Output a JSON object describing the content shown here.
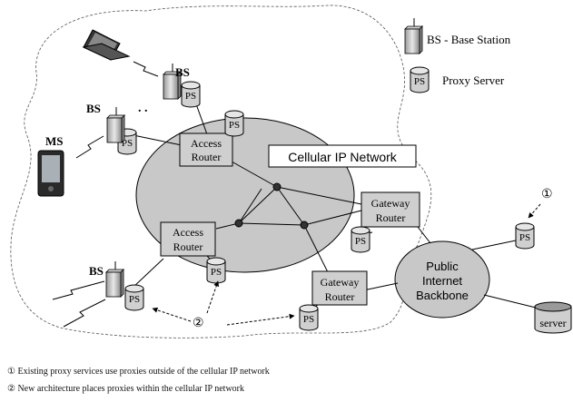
{
  "legend": {
    "base_station": "BS  - Base Station",
    "proxy_server": "Proxy Server",
    "ps_abbrev": "PS"
  },
  "labels": {
    "bs": "BS",
    "ms": "MS",
    "dots": ". .",
    "ps": "PS",
    "server": "server",
    "access_router_line1": "Access",
    "access_router_line2": "Router",
    "gateway_router_line1": "Gateway",
    "gateway_router_line2": "Router",
    "cellular_network": "Cellular IP Network",
    "internet_line1": "Public",
    "internet_line2": "Internet",
    "internet_line3": "Backbone",
    "marker_1": "①",
    "marker_2": "②"
  },
  "notes": [
    "① Existing proxy services use proxies outside of the cellular IP network",
    "② New architecture places proxies within the cellular IP network"
  ],
  "colors": {
    "cloud_fill": "#c8c8c8",
    "box_fill": "#cfcfcf",
    "stroke": "#000000",
    "boundary": "#555555"
  }
}
